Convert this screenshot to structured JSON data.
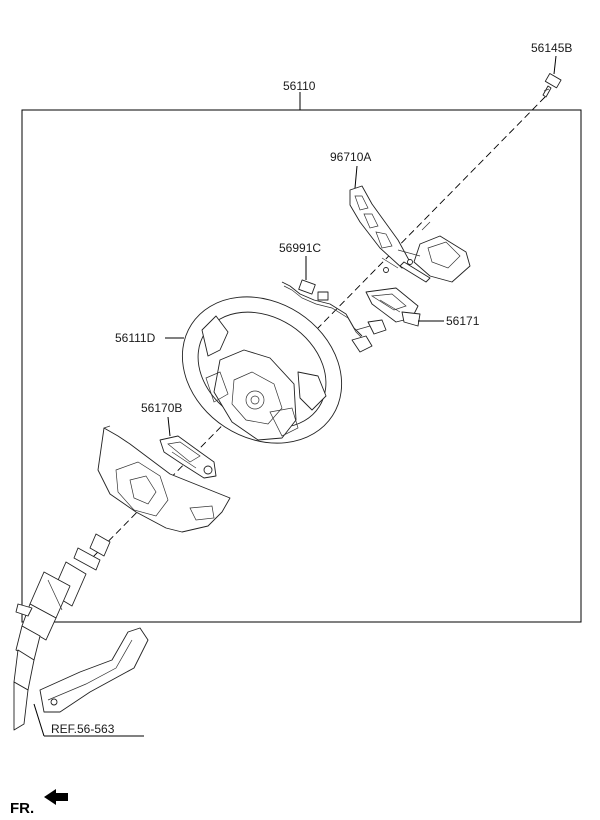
{
  "labels": {
    "assembly": "56110",
    "bolt": "56145B",
    "switch": "96710A",
    "harness": "56991C",
    "remote_switch": "56171",
    "wheel": "56111D",
    "cover": "56170B",
    "reference": "REF.56-563",
    "front": "FR."
  }
}
